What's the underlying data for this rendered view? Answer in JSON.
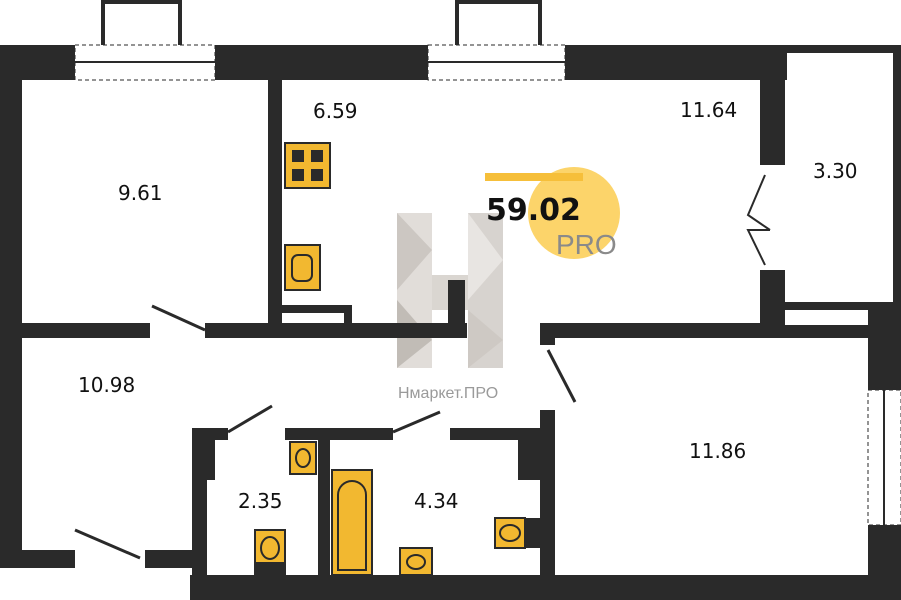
{
  "plan": {
    "total_area": "59.02",
    "rooms": [
      {
        "name": "bedroom-left",
        "area": "9.61"
      },
      {
        "name": "kitchen",
        "area": "6.59"
      },
      {
        "name": "living-room",
        "area": "11.64"
      },
      {
        "name": "balcony",
        "area": "3.30"
      },
      {
        "name": "hallway",
        "area": "10.98"
      },
      {
        "name": "bedroom-right",
        "area": "11.86"
      },
      {
        "name": "toilet",
        "area": "2.35"
      },
      {
        "name": "bathroom",
        "area": "4.34"
      }
    ]
  },
  "watermark": {
    "brand": "Нмаркет.ПРО",
    "badge": "PRO"
  },
  "colors": {
    "wall": "#2a2a2a",
    "fixture": "#f2b830",
    "badge": "#fcd46a"
  }
}
